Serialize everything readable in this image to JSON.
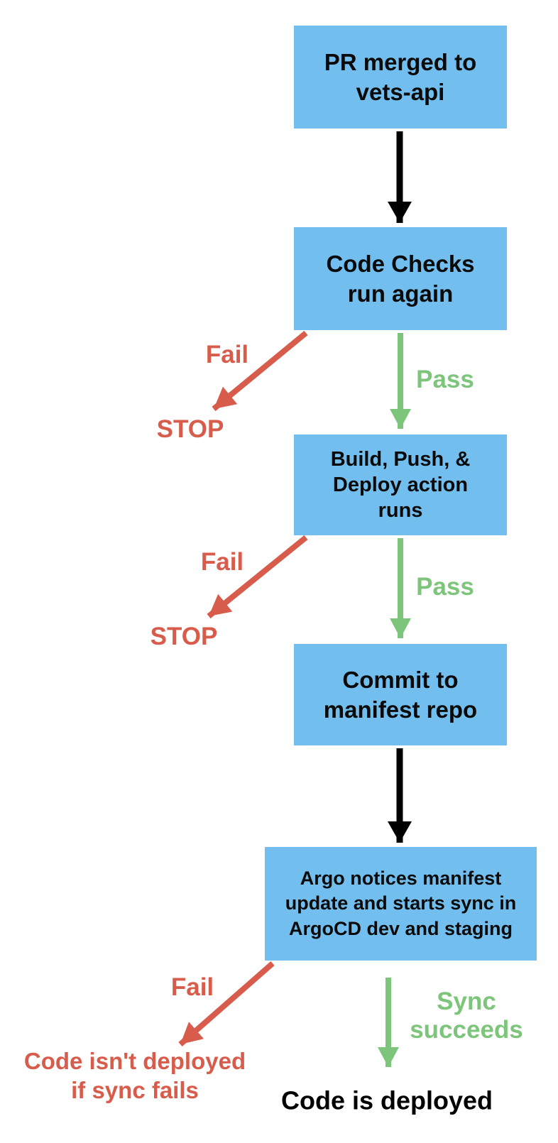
{
  "colors": {
    "node-fill": "#72BFEF",
    "fail": "#D85C4B",
    "pass": "#7EC57C",
    "arrow": "#000000"
  },
  "flowchart": {
    "nodes": [
      {
        "id": "pr-merged",
        "label": "PR merged to\nvets-api"
      },
      {
        "id": "code-checks",
        "label": "Code Checks\nrun again"
      },
      {
        "id": "build-push-deploy",
        "label": "Build, Push, &\nDeploy action\nruns"
      },
      {
        "id": "commit-manifest",
        "label": "Commit to\nmanifest repo"
      },
      {
        "id": "argo-sync",
        "label": "Argo notices manifest\nupdate and starts sync in\nArgoCD dev and staging"
      }
    ],
    "edge_labels": [
      {
        "id": "checks-fail",
        "text": "Fail"
      },
      {
        "id": "checks-pass",
        "text": "Pass"
      },
      {
        "id": "checks-stop",
        "text": "STOP"
      },
      {
        "id": "build-fail",
        "text": "Fail"
      },
      {
        "id": "build-pass",
        "text": "Pass"
      },
      {
        "id": "build-stop",
        "text": "STOP"
      },
      {
        "id": "argo-fail",
        "text": "Fail"
      },
      {
        "id": "argo-sync-succeeds",
        "text": "Sync\nsucceeds"
      }
    ],
    "outcomes": [
      {
        "id": "fail-outcome",
        "text": "Code isn't deployed\nif sync fails"
      },
      {
        "id": "success-outcome",
        "text": "Code is deployed"
      }
    ]
  }
}
